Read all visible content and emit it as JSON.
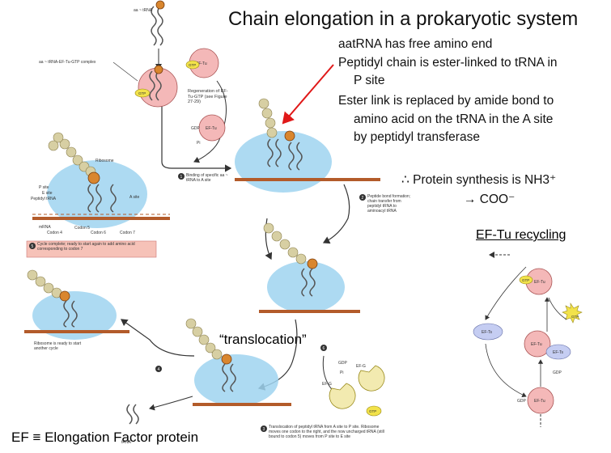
{
  "title": "Chain elongation in a prokaryotic system",
  "notes": {
    "line1": "aatRNA has free amino end",
    "line2a": "Peptidyl chain is ester-linked to tRNA in",
    "line2b": "P site",
    "line3a": "Ester link is replaced by amide bond to",
    "line3b": "amino acid on the tRNA in the A site",
    "line3c": "by peptidyl transferase"
  },
  "conclusion": {
    "line1": "∴  Protein synthesis is NH3⁺",
    "line2": "→ COO⁻"
  },
  "recycling_title": "EF-Tu recycling",
  "translocation_label": "“translocation”",
  "ef_definition": "EF ≡ Elongation Factor protein",
  "diagram_labels": {
    "aa_trna": "aa ~ tRNA",
    "ternary_complex": "aa ~ tRNA-EF-Tu-GTP complex",
    "regeneration": "Regeneration of EF-Tu-GTP (see Figure 27-29)",
    "ribosome": "Ribosome",
    "p_site": "P site",
    "e_site": "E site",
    "peptidyl_trna": "Peptidyl tRNA",
    "a_site": "A site",
    "mrna": "mRNA",
    "codon4": "Codon 4",
    "codon5": "Codon 5",
    "codon6": "Codon 6",
    "codon7": "Codon 7",
    "step1": "Binding of specific aa ~ tRNA to A site",
    "step2": "Peptide bond formation; chain transfer from peptidyl tRNA to aminoacyl tRNA",
    "step3": "Translocation of peptidyl tRNA from A site to P site. Ribosome moves one codon to the right, and the now uncharged tRNA (still bound to codon 5) moves from P site to E site",
    "step4": "Ribosome is ready to start another cycle",
    "step5": "Cycle complete; ready to start again to add amino acid corresponding to codon 7",
    "gdp": "GDP",
    "gtp": "GTP",
    "pi": "Pi",
    "ef_tu": "EF-Tu",
    "ef_ts": "EF-Ts",
    "ef_g": "EF-G",
    "trna": "tRNA",
    "step_num1": "1",
    "step_num2": "2",
    "step_num3": "3",
    "step_num4": "4",
    "step_num5": "5",
    "step_num6": "6"
  },
  "colors": {
    "ribosome": "#9fd3f0",
    "peptide_bead": "#d7cfa3",
    "active_aa": "#d9862e",
    "ef_tu": "#f4b8b8",
    "mrna": "#b35b2a",
    "arrow_red": "#e01818",
    "gtp_badge": "#f2e24a",
    "ef_g": "#f2eab0"
  }
}
